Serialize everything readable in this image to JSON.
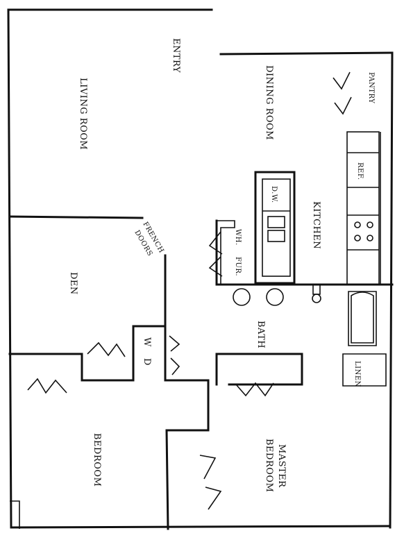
{
  "rooms": {
    "entry": "ENTRY",
    "living_room": "LIVING ROOM",
    "dining_room": "DINING ROOM",
    "pantry": "PANTRY",
    "kitchen": "KITCHEN",
    "den": "DEN",
    "bath": "BATH",
    "bedroom": "BEDROOM",
    "master_bedroom_line1": "MASTER",
    "master_bedroom_line2": "BEDROOM"
  },
  "fixtures": {
    "french_doors_line1": "FRENCH",
    "french_doors_line2": "DOORS",
    "refrigerator": "REF.",
    "dishwasher": "D.W.",
    "water_heater": "WH.",
    "furnace": "FUR.",
    "washer": "W",
    "dryer": "D",
    "linen": "LINEN"
  }
}
